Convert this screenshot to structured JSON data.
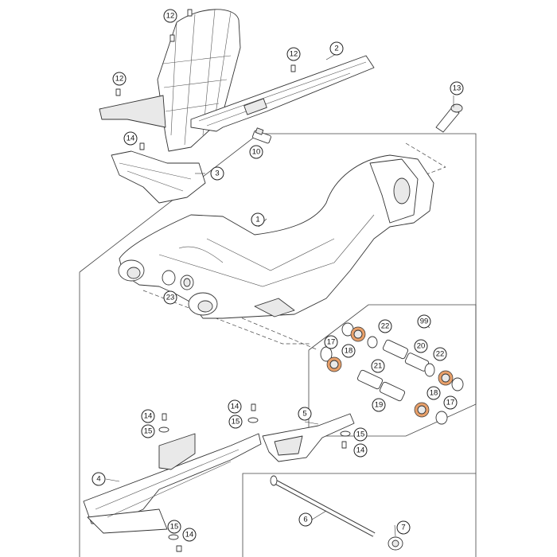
{
  "callouts": {
    "c1": "1",
    "c2": "2",
    "c3": "3",
    "c4": "4",
    "c5": "5",
    "c6": "6",
    "c7": "7",
    "c10": "10",
    "c12a": "12",
    "c12b": "12",
    "c12c": "12",
    "c13": "13",
    "c14a": "14",
    "c14b": "14",
    "c14c": "14",
    "c14d": "14",
    "c14e": "14",
    "c15a": "15",
    "c15b": "15",
    "c15c": "15",
    "c15d": "15",
    "c17a": "17",
    "c17b": "17",
    "c18a": "18",
    "c18b": "18",
    "c19": "19",
    "c20": "20",
    "c21": "21",
    "c22a": "22",
    "c22b": "22",
    "c23": "23",
    "c99": "99"
  },
  "colors": {
    "line": "#333333",
    "accent_bushing": "#e8a06a",
    "background": "#ffffff"
  }
}
